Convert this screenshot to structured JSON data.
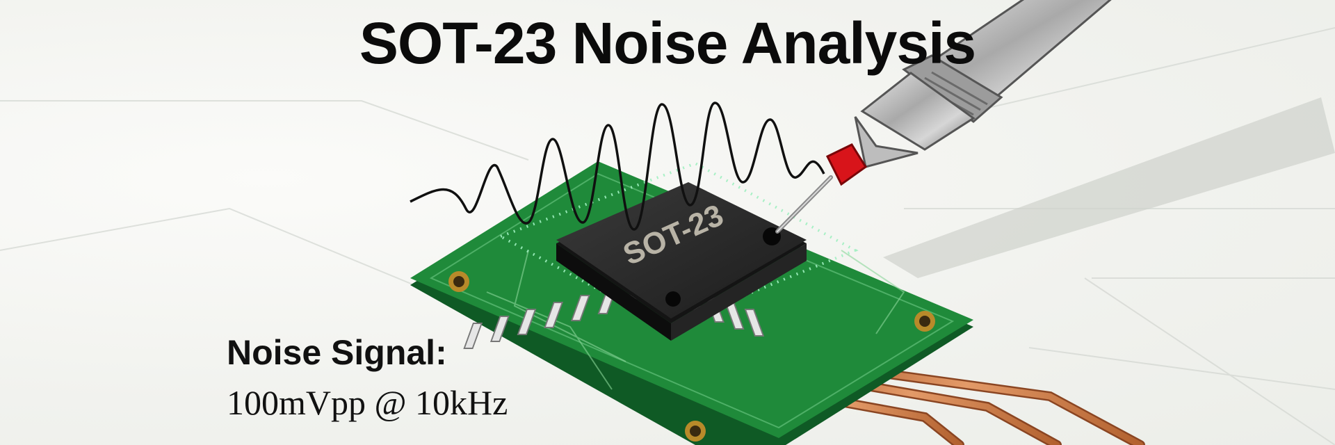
{
  "title": "SOT-23 Noise Analysis",
  "chip": {
    "marking": "SOT-23"
  },
  "annotation": {
    "label": "Noise Signal:",
    "value": "100mVpp @ 10kHz"
  },
  "colors": {
    "pcb": "#1f8a3a",
    "chip": "#2a2a2a",
    "probe_tip": "#d8141a",
    "traces": "#c0703e"
  }
}
